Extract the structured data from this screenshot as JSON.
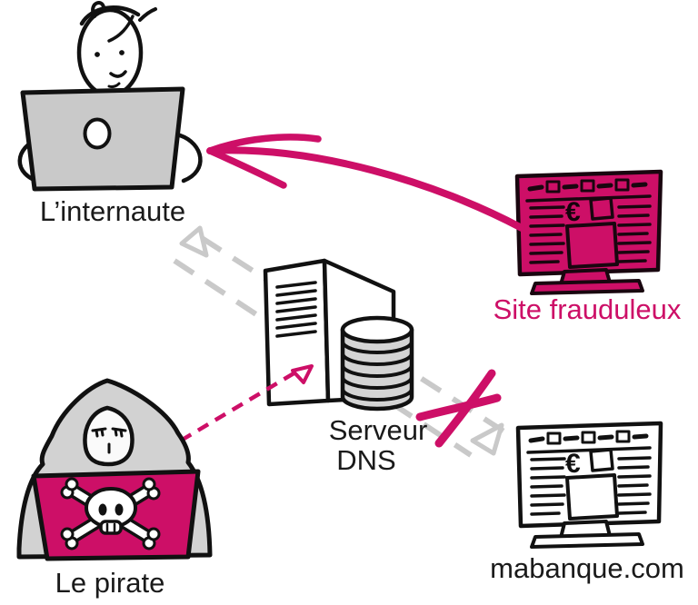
{
  "diagram": {
    "background_color": "#ffffff",
    "colors": {
      "pink_accent": "#cd0f67",
      "sketch_gray": "#c9c9c9",
      "outline_black": "#111111"
    },
    "nodes": {
      "internaute": {
        "label": "L’internaute"
      },
      "serveur_dns": {
        "label_line1": "Serveur",
        "label_line2": "DNS"
      },
      "pirate": {
        "label": "Le pirate"
      },
      "site_frauduleux": {
        "label": "Site frauduleux",
        "screen_symbol": "€"
      },
      "mabanque": {
        "label": "mabanque.com",
        "screen_symbol": "€"
      }
    },
    "connections": [
      {
        "name": "user-dns-dashed-path",
        "style": "gray-dashed-double-line"
      },
      {
        "name": "dns-bank-blocked-path",
        "style": "gray-dashed-crossed-out"
      },
      {
        "name": "pirate-dns-poisoning-link",
        "style": "pink-dashed-double-arrow"
      },
      {
        "name": "fraud-site-redirect-arrow",
        "style": "pink-solid-curved-arrow"
      }
    ]
  }
}
